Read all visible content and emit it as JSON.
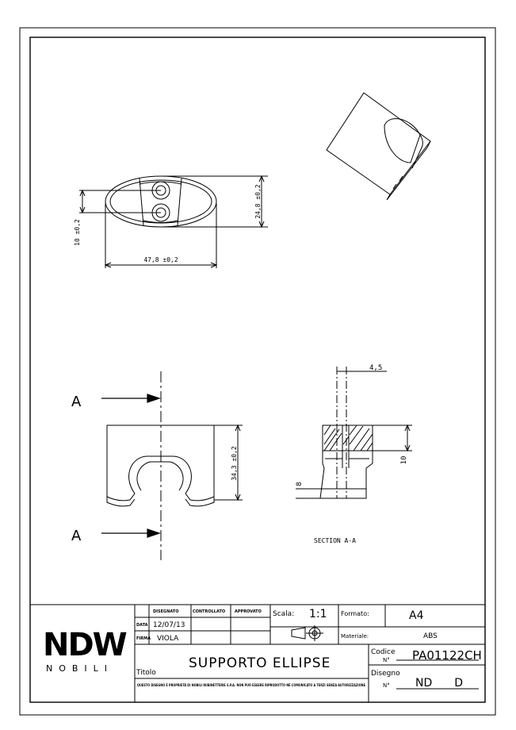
{
  "drawing": {
    "dim_height": "24,8 ±0,2",
    "dim_width": "47,8 ±0,2",
    "dim_holes": "10 ±0,2",
    "dim_side_height": "34,3 ±0,2",
    "dim_section_top": "4,5",
    "dim_section_right": "10",
    "dim_section_left": "8",
    "section_marker_top": "A",
    "section_marker_bottom": "A",
    "section_label": "SECTION A-A"
  },
  "title_block": {
    "logo_text": "NDW",
    "logo_sub": "NOBILI",
    "hdr_disegnato": "DISEGNATO",
    "hdr_controllato": "CONTROLLATO",
    "hdr_approvato": "APPROVATO",
    "lbl_data": "DATA",
    "lbl_firma": "FIRMA",
    "data_value": "12/07/13",
    "firma_value": "VIOLA",
    "scala_label": "Scala:",
    "scala_value": "1:1",
    "formato_label": "Formato:",
    "formato_value": "A4",
    "materiale_label": "Materiale:",
    "materiale_value": "ABS",
    "codice_label": "Codice",
    "codice_no": "N°",
    "codice_value": "PA01122CH",
    "titolo_label": "Titolo",
    "titolo_value": "SUPPORTO ELLIPSE",
    "disegno_label": "Disegno",
    "disegno_no": "N°",
    "disegno_value": "ND____D",
    "legal_note": "QUESTO DISEGNO È PROPRIETÀ DI NOBILI RUBINETTERIE S.P.A. NON PUÒ ESSERE RIPRODOTTO NÉ COMUNICATO A TERZI SENZA AUTORIZZAZIONE"
  }
}
